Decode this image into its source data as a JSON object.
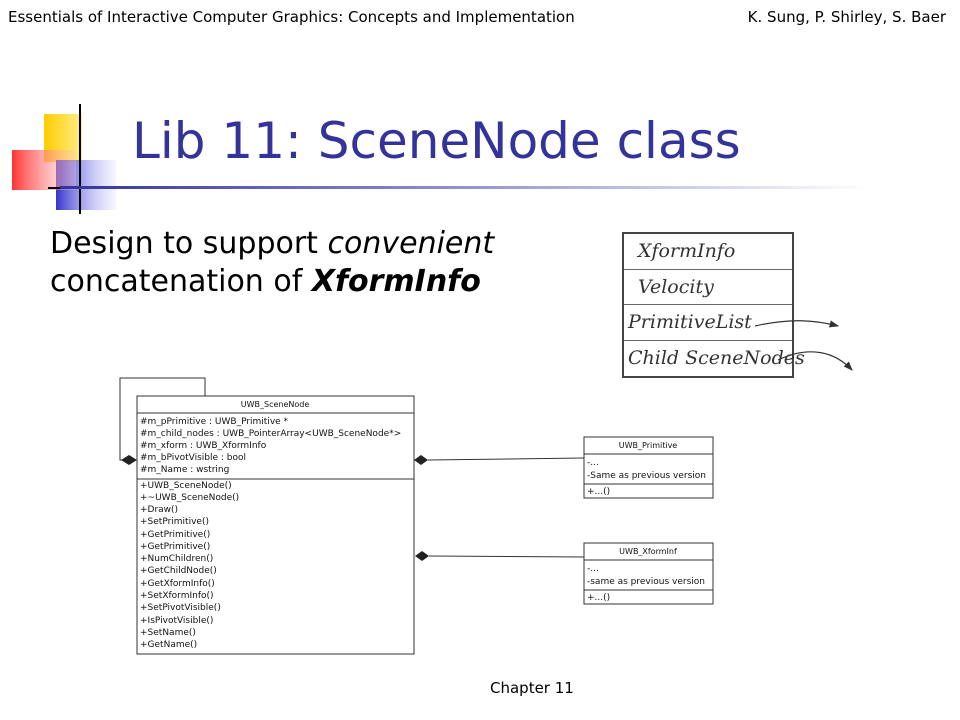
{
  "header": {
    "left": "Essentials of Interactive Computer Graphics: Concepts and Implementation",
    "right": "K. Sung, P. Shirley, S. Baer"
  },
  "slide": {
    "title": "Lib 11: SceneNode class",
    "subtitle_line1": "Design to support ",
    "subtitle_italic": "convenient",
    "subtitle_line2": "concatenation of ",
    "subtitle_bold": "XformInfo"
  },
  "xform_box": {
    "rows": [
      "XformInfo",
      "Velocity",
      "PrimitiveList",
      "Child SceneNodes"
    ]
  },
  "uml": {
    "scenenode": {
      "name": "UWB_SceneNode",
      "attributes": [
        "#m_pPrimitive : UWB_Primitive *",
        "#m_child_nodes : UWB_PointerArray<UWB_SceneNode*>",
        "#m_xform : UWB_XformInfo",
        "#m_bPivotVisible : bool",
        "#m_Name : wstring"
      ],
      "methods": [
        "+UWB_SceneNode()",
        "+~UWB_SceneNode()",
        "+Draw()",
        "+SetPrimitive()",
        "+GetPrimitive()",
        "+GetPrimitive()",
        "+NumChildren()",
        "+GetChildNode()",
        "+GetXformInfo()",
        "+SetXformInfo()",
        "+SetPivotVisible()",
        "+IsPivotVisible()",
        "+SetName()",
        "+GetName()"
      ]
    },
    "primitive": {
      "name": "UWB_Primitive",
      "attributes": [
        "-...",
        "-Same as previous version"
      ],
      "methods": [
        "+...()"
      ]
    },
    "xforminf": {
      "name": "UWB_XformInf",
      "attributes": [
        "-...",
        "-same as previous version"
      ],
      "methods": [
        "+...()"
      ]
    }
  },
  "footer": {
    "chapter": "Chapter 11"
  },
  "colors": {
    "title": "#333399",
    "logo_yellow": "#ffcc00",
    "logo_blue": "#3333cc",
    "logo_red": "#ff3333"
  }
}
